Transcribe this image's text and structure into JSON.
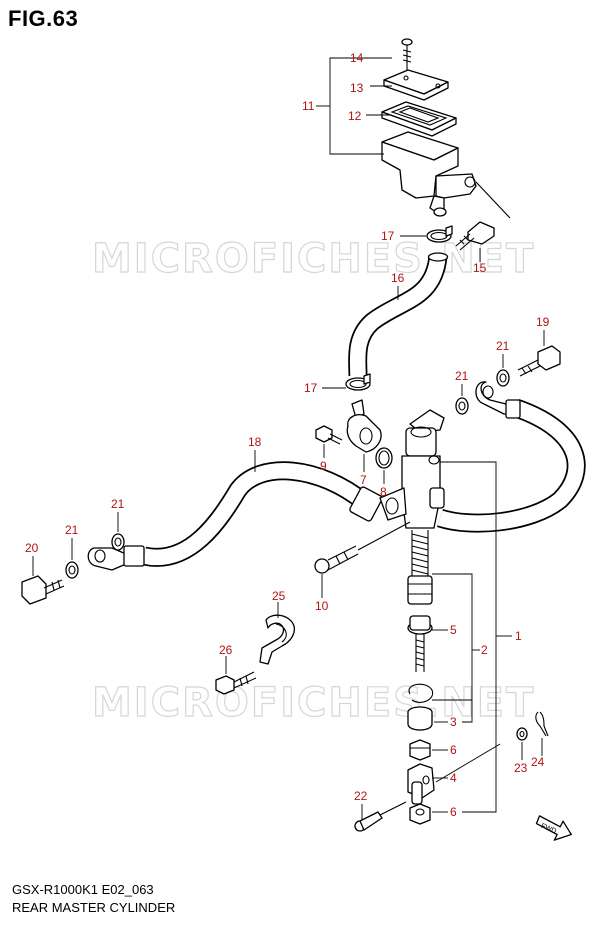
{
  "figure": {
    "title": "FIG.63"
  },
  "footer": {
    "model_code": "GSX-R1000K1 E02_063",
    "diagram_name": "REAR MASTER CYLINDER"
  },
  "watermark": "MICROFICHES.NET",
  "fwd_label": "FWD",
  "callouts": {
    "c1": "1",
    "c2": "2",
    "c3": "3",
    "c4": "4",
    "c5": "5",
    "c6a": "6",
    "c6b": "6",
    "c7": "7",
    "c8": "8",
    "c9": "9",
    "c10": "10",
    "c11": "11",
    "c12": "12",
    "c13": "13",
    "c14": "14",
    "c15": "15",
    "c16": "16",
    "c17a": "17",
    "c17b": "17",
    "c18": "18",
    "c19": "19",
    "c20": "20",
    "c21a": "21",
    "c21b": "21",
    "c21c": "21",
    "c21d": "21",
    "c22": "22",
    "c23": "23",
    "c24": "24",
    "c25": "25",
    "c26": "26"
  },
  "colors": {
    "callout": "#b01515",
    "watermark": "#d6d6d6",
    "line": "#000000"
  }
}
